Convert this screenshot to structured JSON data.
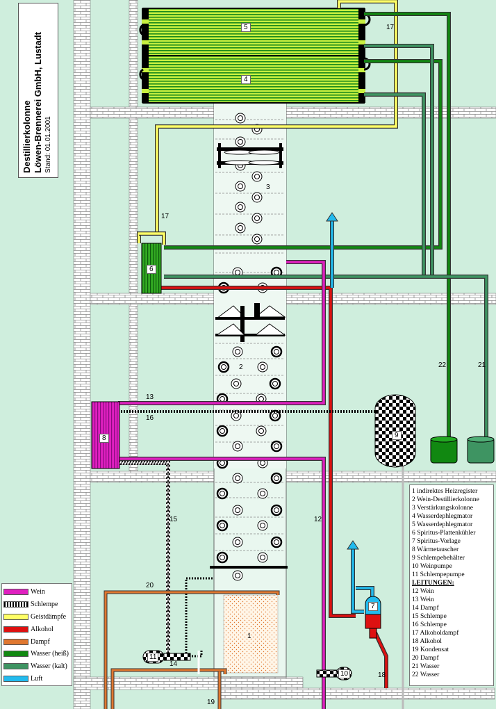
{
  "title": {
    "line1": "Destillierkolonne",
    "line2": "Löwen-Brennerei GmbH, Lustadt",
    "line3": "Stand: 01.01.2001"
  },
  "parts": [
    "1 indirektes Heizregister",
    "2 Wein-Destillierkolonne",
    "3 Verstärkungskolonne",
    "4 Wasserdephlegmator",
    "5 Wasserdephlegmator",
    "6 Spiritus-Plattenkühler",
    "7 Spiritus-Vorlage",
    "8 Wärmetauscher",
    "9 Schlempebehälter",
    "10 Weinpumpe",
    "11 Schlempepumpe"
  ],
  "lines_header": "LEITUNGEN:",
  "lines": [
    "12 Wein",
    "13 Wein",
    "14 Dampf",
    "15 Schlempe",
    "16 Schlempe",
    "17 Alkoholdampf",
    "18 Alkohol",
    "19 Kondensat",
    "20 Dampf",
    "21 Wasser",
    "22 Wasser"
  ],
  "legend": [
    {
      "label": "Wein",
      "color": "#e020c0"
    },
    {
      "label": "Schlempe",
      "color": "#ffffff"
    },
    {
      "label": "Geistdämpfe",
      "color": "#ffff66"
    },
    {
      "label": "Alkohol",
      "color": "#dd1111"
    },
    {
      "label": "Dampf",
      "color": "#e07830"
    },
    {
      "label": "Wasser (heiß)",
      "color": "#118811"
    },
    {
      "label": "Wasser (kalt)",
      "color": "#3e9462"
    },
    {
      "label": "Luft",
      "color": "#22bbee"
    }
  ],
  "labels": {
    "n1": "1",
    "n2": "2",
    "n3": "3",
    "n4": "4",
    "n5": "5",
    "n6": "6",
    "n7": "7",
    "n8": "8",
    "n9": "9",
    "n10": "10",
    "n11": "11",
    "n12": "12",
    "n13": "13",
    "n14": "14",
    "n15": "15",
    "n16": "16",
    "n17a": "17",
    "n17b": "17",
    "n18": "18",
    "n19": "19",
    "n20": "20",
    "n21": "21",
    "n22": "22"
  }
}
